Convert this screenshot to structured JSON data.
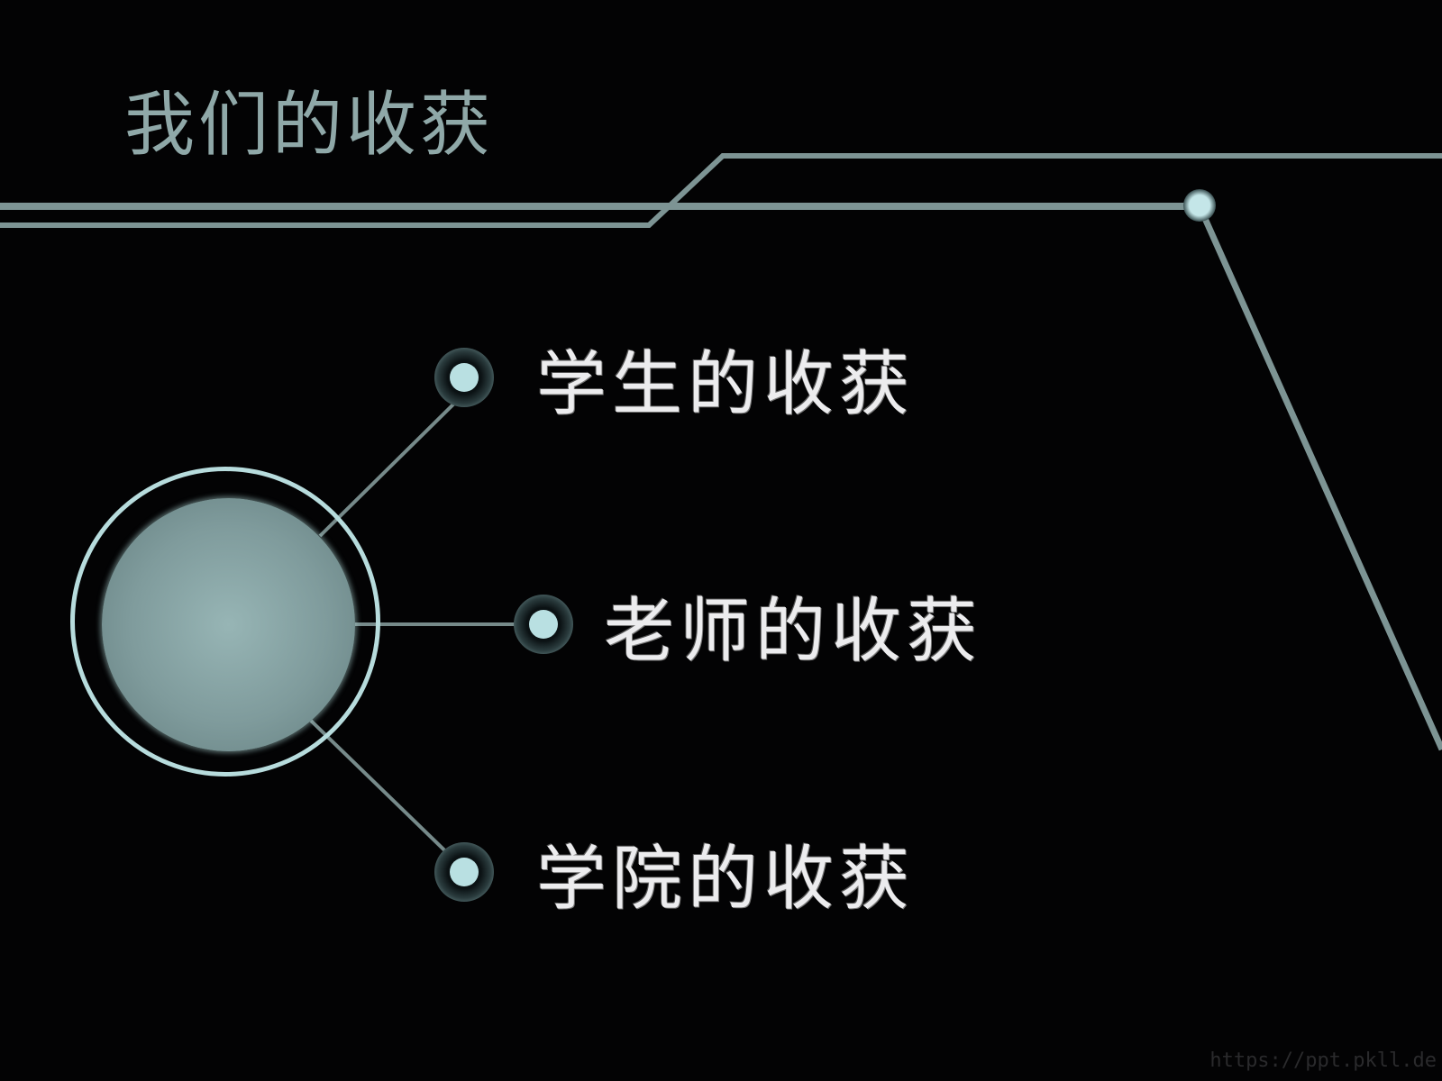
{
  "slide": {
    "title": "我们的收获",
    "items": [
      {
        "label": "学生的收获"
      },
      {
        "label": "老师的收获"
      },
      {
        "label": "学院的收获"
      }
    ],
    "watermark": "https://ppt.pkll.de"
  },
  "colors": {
    "background": "#030304",
    "title": "#8fa8a8",
    "label": "#ececee",
    "line": "#7a8f8f",
    "accent_light": "#b9e0e2"
  },
  "icons": {
    "hub": "central-sphere-icon",
    "node": "circle-node-icon",
    "pin": "line-end-dot-icon"
  }
}
